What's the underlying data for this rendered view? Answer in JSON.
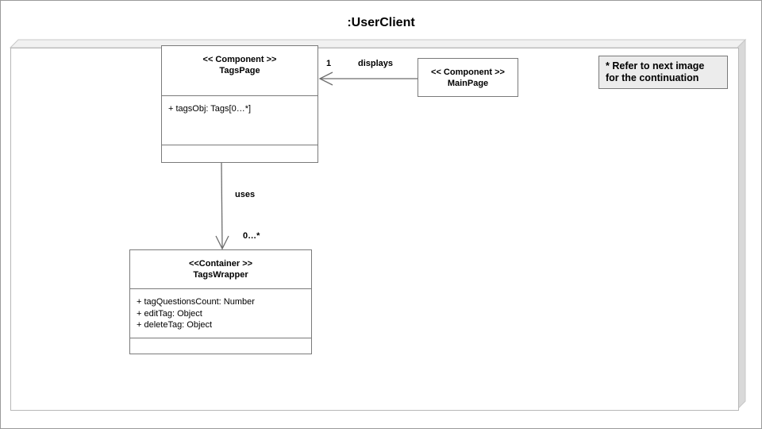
{
  "diagram": {
    "title": ":UserClient",
    "note": {
      "line1": "* Refer to next image",
      "line2": "for the continuation"
    },
    "classes": {
      "tags_page": {
        "stereotype": "<< Component >>",
        "name": "TagsPage",
        "attributes": [
          "+ tagsObj: Tags[0…*]"
        ]
      },
      "main_page": {
        "stereotype": "<< Component >>",
        "name": "MainPage"
      },
      "tags_wrapper": {
        "stereotype": "<<Container >>",
        "name": "TagsWrapper",
        "attributes": [
          "+ tagQuestionsCount: Number",
          "+ editTag: Object",
          "+ deleteTag: Object"
        ]
      }
    },
    "relations": {
      "displays": {
        "label": "displays",
        "multiplicity": "1"
      },
      "uses": {
        "label": "uses",
        "multiplicity": "0…*"
      }
    },
    "colors": {
      "line": "#6e6e6e",
      "node_depth": "#d9d9d9",
      "note_fill": "#ececec"
    }
  }
}
